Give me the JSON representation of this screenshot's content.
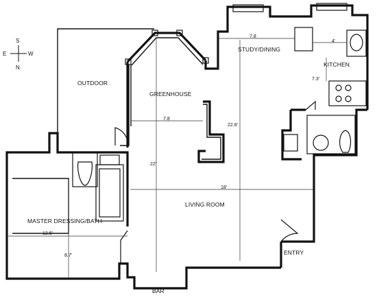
{
  "compass": {
    "north": "N",
    "south": "S",
    "east": "E",
    "west": "W"
  },
  "rooms": {
    "outdoor": "OUTDOOR",
    "greenhouse": "GREENHOUSE",
    "study_dining": "STUDY/DINING",
    "kitchen": "KITCHEN",
    "living_room": "LIVING ROOM",
    "master_bath": "MASTER DRESSING/BATH",
    "entry": "ENTRY",
    "bar": "BAR"
  },
  "dimensions": {
    "study_width": "7.8",
    "kitchen_width": "4'",
    "kitchen_depth": "7.3'",
    "greenhouse_width": "7.8",
    "main_length": "22.8'",
    "greenhouse_depth": "22'",
    "living_width": "18'",
    "bath_width": "12.5'",
    "bath_depth": "8.7'"
  }
}
